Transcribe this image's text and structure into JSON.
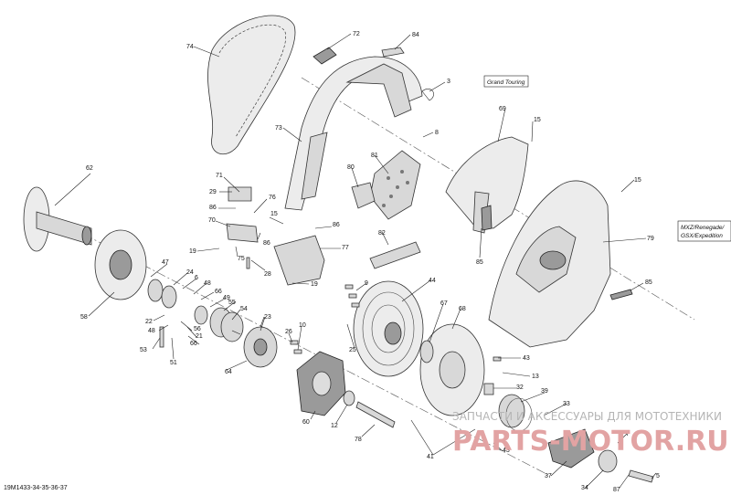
{
  "diagram": {
    "drawing_code": "19M1433-34-35-36-37",
    "callouts": [
      "74",
      "72",
      "84",
      "3",
      "69",
      "15",
      "73",
      "8",
      "81",
      "80",
      "29",
      "62",
      "71",
      "76",
      "86",
      "15",
      "70",
      "86",
      "86",
      "77",
      "19",
      "75",
      "28",
      "82",
      "85",
      "15",
      "79",
      "47",
      "24",
      "6",
      "48",
      "66",
      "49",
      "55",
      "19",
      "9",
      "44",
      "67",
      "68",
      "58",
      "22",
      "48",
      "56",
      "21",
      "66",
      "54",
      "23",
      "26",
      "10",
      "25",
      "53",
      "51",
      "64",
      "43",
      "13",
      "32",
      "39",
      "33",
      "60",
      "12",
      "78",
      "5",
      "41",
      "43",
      "34",
      "87",
      "7",
      "37",
      "85"
    ],
    "model_boxes": [
      "Grand Touring",
      "MXZ/Renegade/",
      "GSX/Expedition"
    ]
  },
  "watermark": {
    "text": "ЗАПЧАСТИ И АКСЕССУАРЫ ДЛЯ МОТОТЕХНИКИ",
    "logo": "PARTS-MOTOR.RU"
  }
}
